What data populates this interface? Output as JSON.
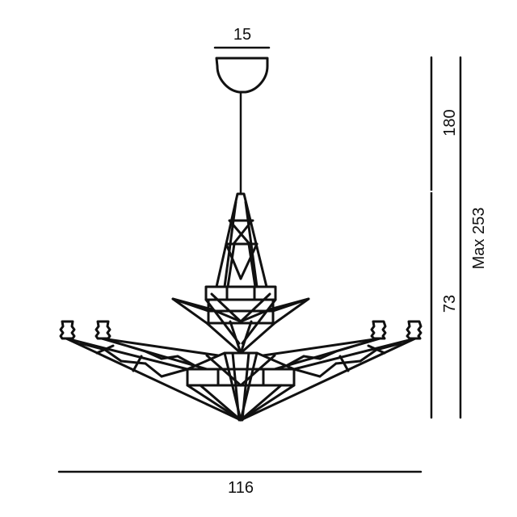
{
  "drawing": {
    "subject": "Pendant chandelier dimension drawing",
    "line_color": "#111111",
    "background": "#ffffff"
  },
  "dimensions": {
    "canopy_width": "15",
    "cable_length": "180",
    "body_height": "73",
    "max_height": "Max 253",
    "overall_width": "116"
  }
}
